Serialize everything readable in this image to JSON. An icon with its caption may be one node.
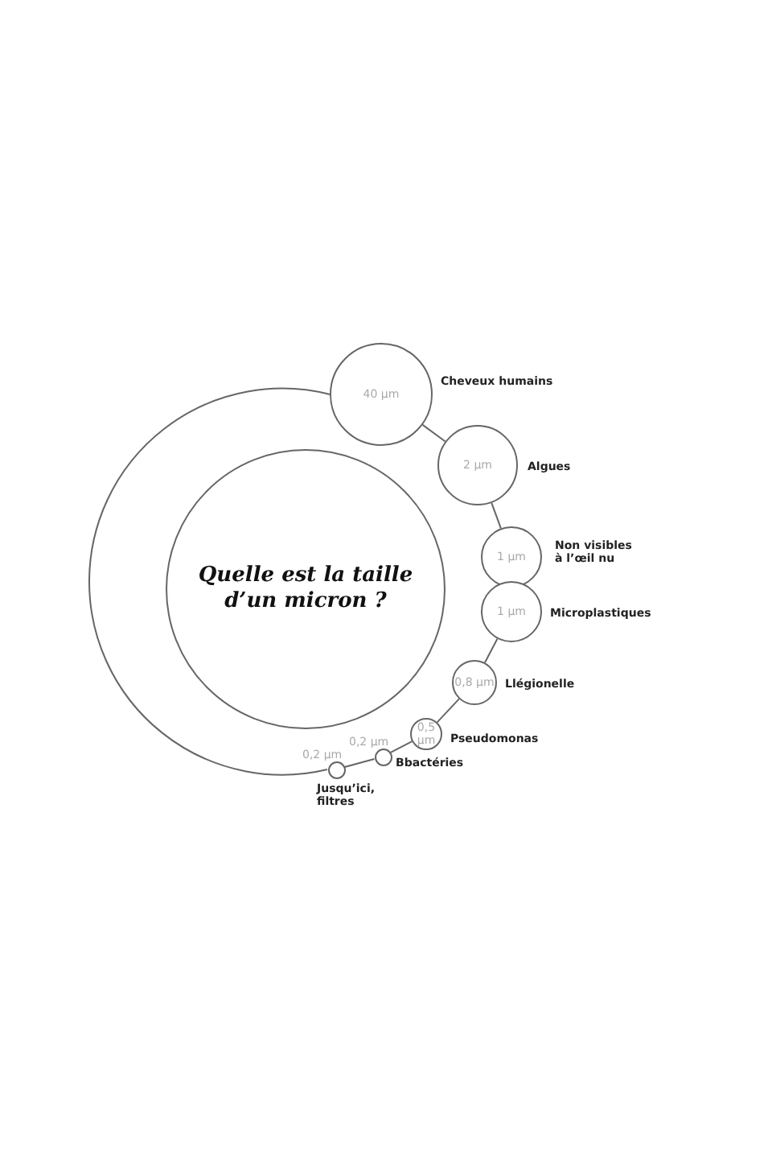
{
  "diagram": {
    "nodes": [
      {
        "text": [
          "Quelle est la taille d’un micron ?"
        ]
      },
      {
        "text": [
          "40 µm"
        ],
        "beside": [
          "Cheveux humains"
        ]
      },
      {
        "text": [
          "2 µm"
        ],
        "beside": [
          "Algues"
        ]
      },
      {
        "text": [
          "1 µm"
        ],
        "beside": [
          "Non visibles à l’œil nu"
        ]
      },
      {
        "text": [
          "1 µm"
        ],
        "beside": [
          "Microplastiques"
        ]
      },
      {
        "text": [
          "0,8 µm"
        ],
        "beside": [
          "Llégionelle"
        ]
      },
      {
        "text": [
          "0,5 µm"
        ],
        "beside": [
          "Pseudomonas"
        ]
      },
      {
        "text": [
          "0,2 µm"
        ],
        "beside": [
          "Bbactéries"
        ]
      },
      {
        "text": [
          "0,2 µm"
        ],
        "beside": [
          "Jusqu’ici, filtres"
        ]
      }
    ],
    "edges": [
      {
        "from": 1,
        "to": 2,
        "arrow": "none"
      },
      {
        "from": 2,
        "to": 3,
        "arrow": "none"
      },
      {
        "from": 4,
        "to": 5,
        "arrow": "none"
      },
      {
        "from": 5,
        "to": 6,
        "arrow": "none"
      },
      {
        "from": 6,
        "to": 7,
        "arrow": "none"
      },
      {
        "from": 7,
        "to": 8,
        "arrow": "none"
      },
      {
        "from": 8,
        "to": 1,
        "arrow": "none"
      }
    ]
  }
}
